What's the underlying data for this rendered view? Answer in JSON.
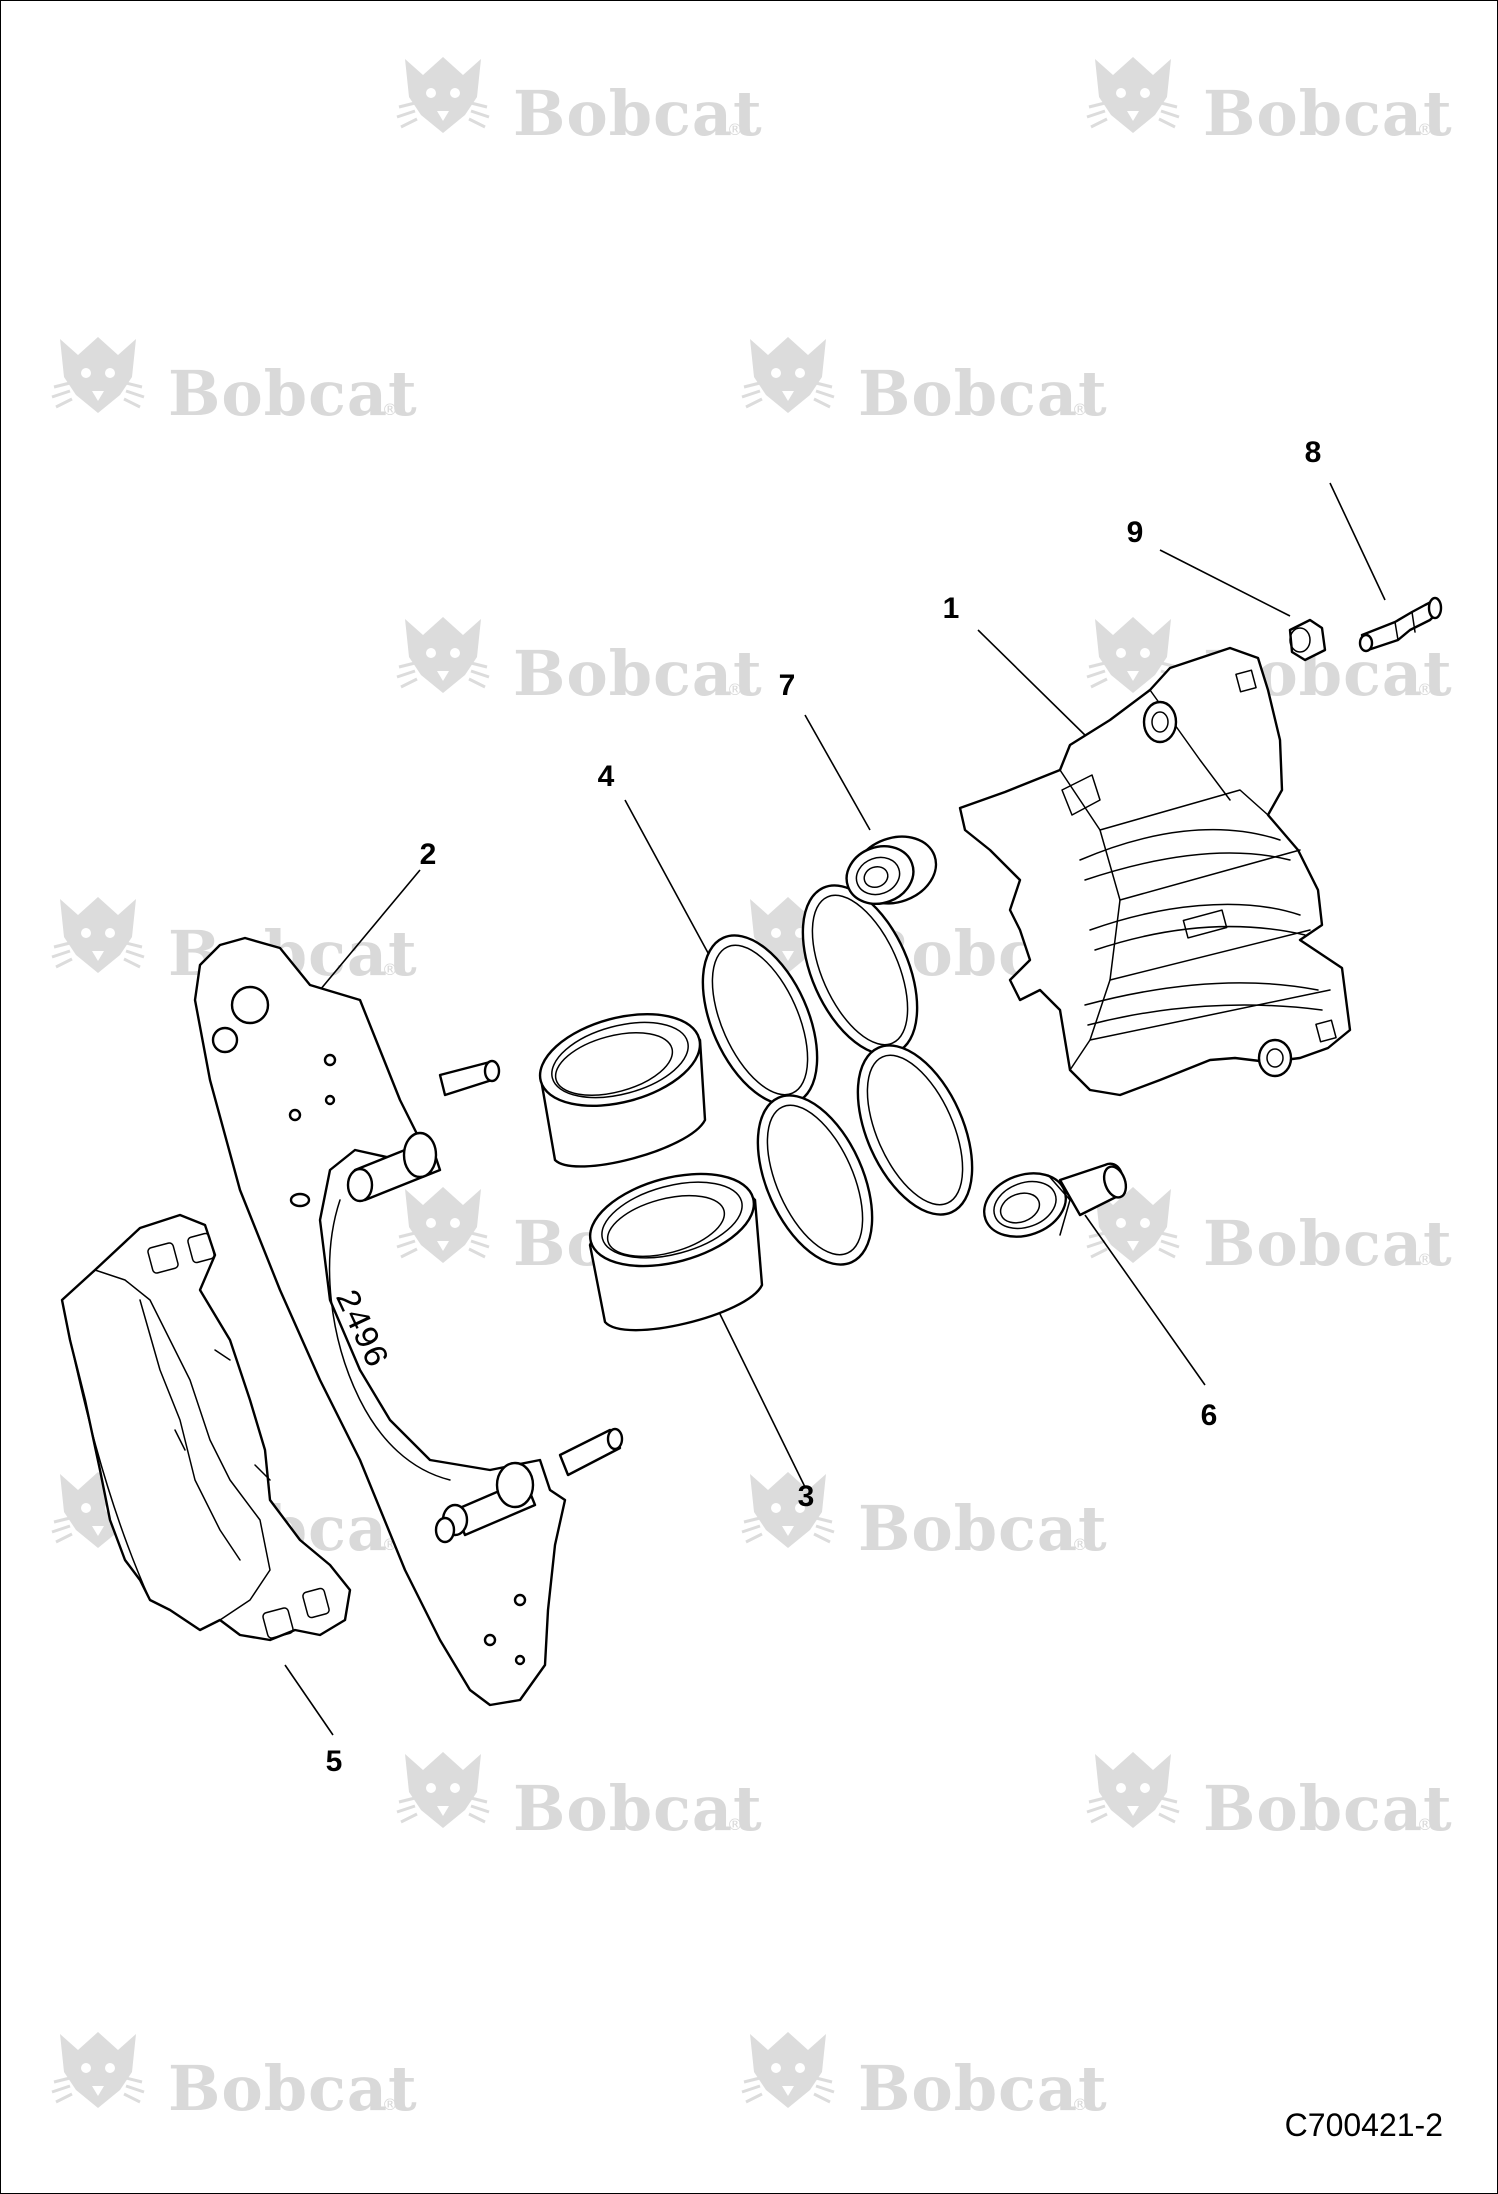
{
  "watermark": {
    "text": "Bobcat",
    "mark": "®",
    "icon": "bobcat-logo-icon",
    "color": "#d9d9d9"
  },
  "callouts": [
    {
      "id": "1",
      "text": "1"
    },
    {
      "id": "2",
      "text": "2"
    },
    {
      "id": "3",
      "text": "3"
    },
    {
      "id": "4",
      "text": "4"
    },
    {
      "id": "5",
      "text": "5"
    },
    {
      "id": "6",
      "text": "6"
    },
    {
      "id": "7",
      "text": "7"
    },
    {
      "id": "8",
      "text": "8"
    },
    {
      "id": "9",
      "text": "9"
    }
  ],
  "plate_stamp": "2496",
  "figure_id": "C700421-2"
}
